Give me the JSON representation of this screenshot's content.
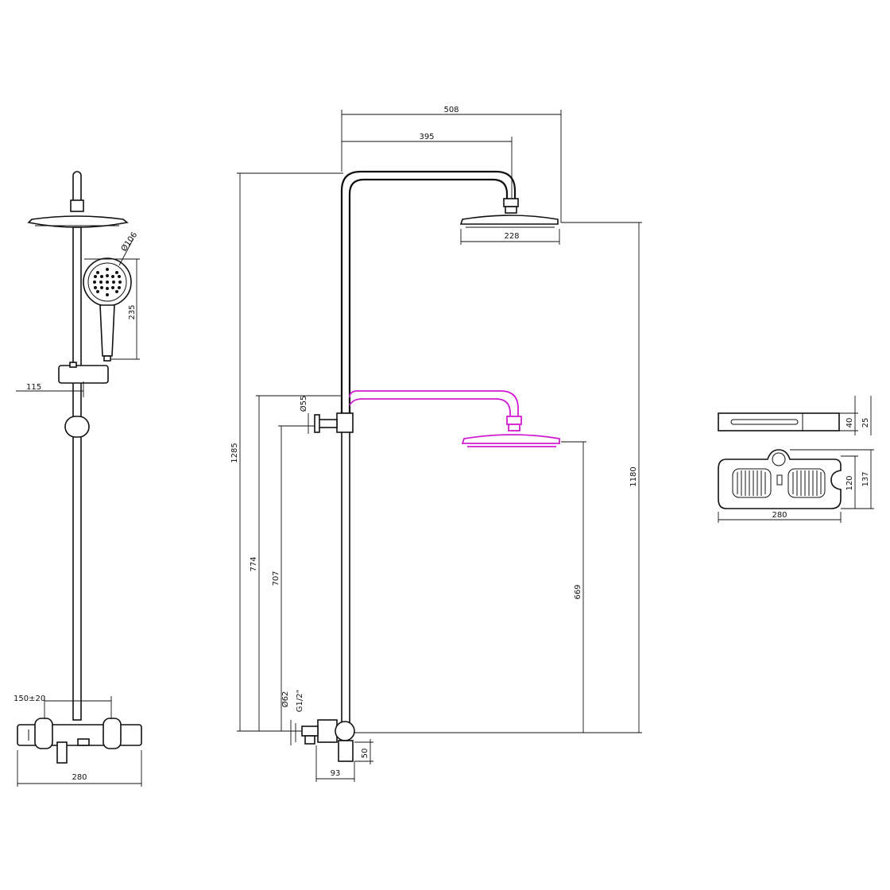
{
  "dimensions": {
    "front_diameter": "Ø106",
    "front_handshower_length": "235",
    "front_slide_offset": "115",
    "front_spacing": "150±20",
    "front_width": "280",
    "side_total_width": "508",
    "side_arm_reach": "395",
    "side_head_width": "228",
    "side_total_height": "1285",
    "side_head_height": "1180",
    "side_low_height": "774",
    "side_bracket_height": "707",
    "side_low_head_height": "669",
    "side_bracket_diameter": "Ø55",
    "side_connector_diameter": "Ø62",
    "side_thread": "G1/2\"",
    "side_valve_depth": "50",
    "side_wall_offset": "93",
    "shelf_side_height": "40",
    "shelf_side_thickness": "25",
    "shelf_top_depth": "137",
    "shelf_top_inner_depth": "120",
    "shelf_top_width": "280"
  },
  "colors": {
    "line": "#111111",
    "highlight": "#d21cd2"
  }
}
